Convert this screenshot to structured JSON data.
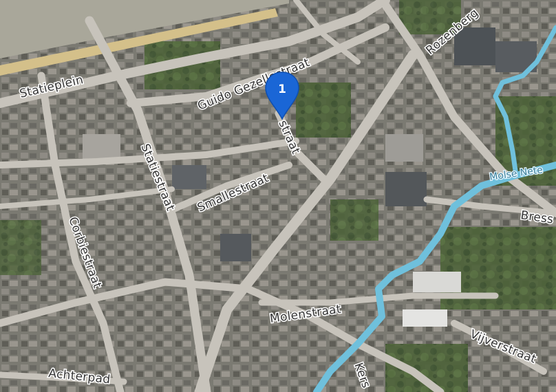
{
  "map": {
    "type": "satellite",
    "marker": {
      "label": "1",
      "color": "#1a66d6"
    },
    "street_labels": {
      "statieplein": "Statieplein",
      "guido_gezellestraat": "Guido Gezellestraat",
      "stationstraat_cut": "straat",
      "statiestraat": "Statiestraat",
      "smallestraat": "Smallestraat",
      "corbiestraat": "Corbiestraat",
      "rozenberg": "Rozenberg",
      "bress": "Bress",
      "molenstraat": "Molenstraat",
      "vijverstraat": "Vijverstraat",
      "achterpad": "Achterpad",
      "kers": "Kers"
    },
    "water_labels": {
      "river": "Molse Nete"
    },
    "colors": {
      "street_fill": "#c7c3bb",
      "water": "#6fc0dc",
      "rail": "#d4c08a"
    }
  }
}
